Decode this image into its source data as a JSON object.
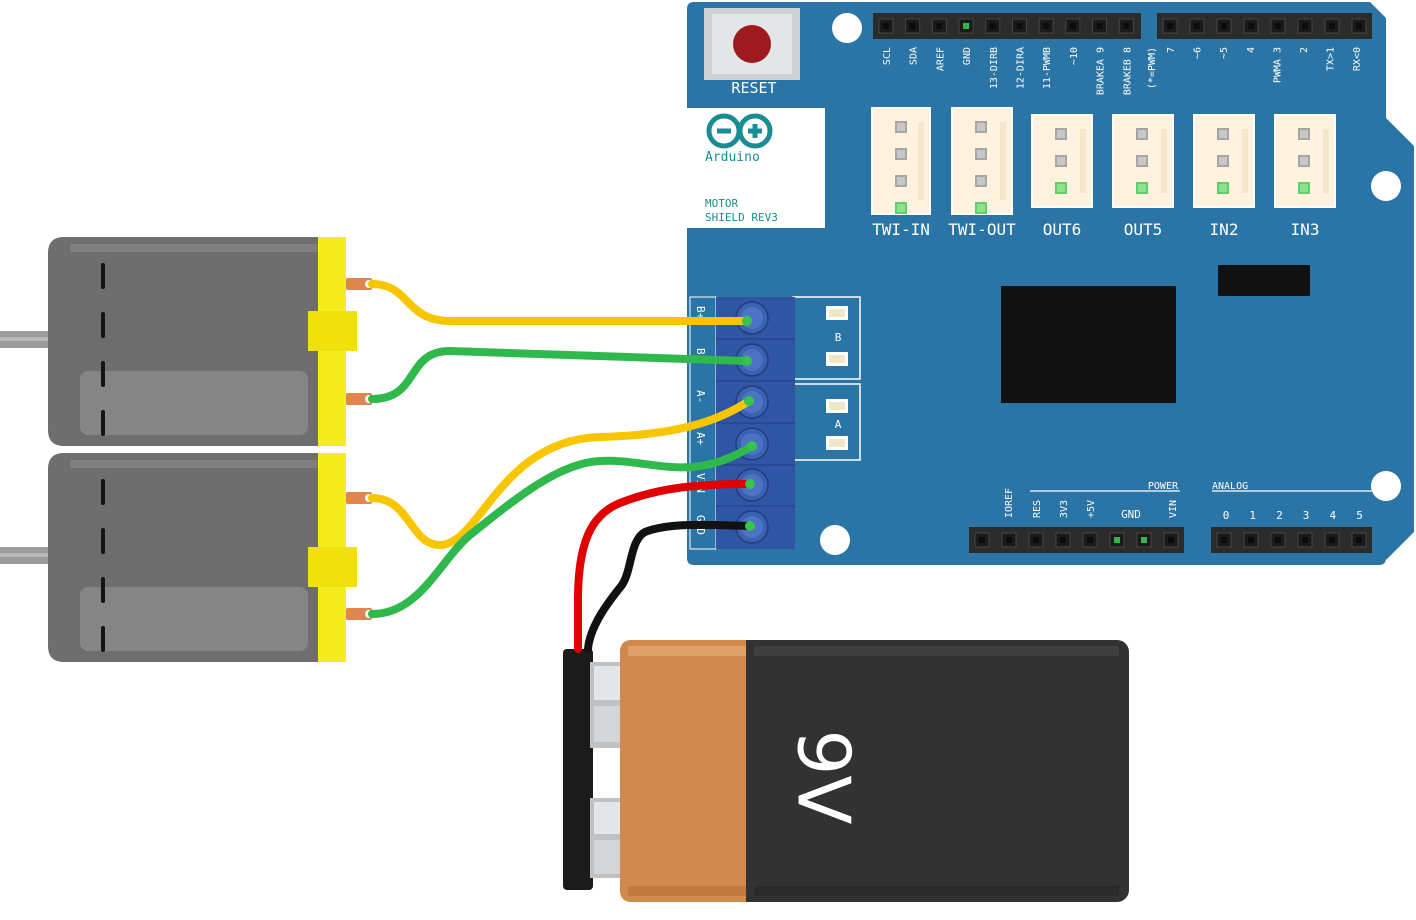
{
  "shield": {
    "reset_label": "RESET",
    "brand": "Arduino",
    "model_line1": "MOTOR",
    "model_line2": "SHIELD REV3",
    "top_header_a": [
      "SCL",
      "SDA",
      "AREF",
      "GND",
      "13-DIRB",
      "12-DIRA",
      "11-PWMB",
      "~10",
      "BRAKEA 9",
      "BRAKEB 8"
    ],
    "pwm_note": "(*=PWM)",
    "top_header_b": [
      "7",
      "~6",
      "~5",
      "4",
      "PWMA 3",
      "2",
      "TX>1",
      "RX<0"
    ],
    "connectors": [
      "TWI-IN",
      "TWI-OUT",
      "OUT6",
      "OUT5",
      "IN2",
      "IN3"
    ],
    "power_label": "POWER",
    "power_pins": [
      "IOREF",
      "RES",
      "3V3",
      "+5V",
      "GND",
      "",
      "VIN"
    ],
    "analog_label": "ANALOG",
    "analog_pins": [
      "0",
      "1",
      "2",
      "3",
      "4",
      "5"
    ],
    "led_b_label": "B",
    "led_a_label": "A",
    "terminal_labels": [
      "B+",
      "B-",
      "A-",
      "A+",
      "VIN",
      "GND"
    ]
  },
  "battery": {
    "label": "9V"
  },
  "colors": {
    "board": "#2a74a6",
    "terminal": "#2f55a4",
    "wire_yellow": "#f7c600",
    "wire_green": "#2fb84b",
    "wire_red": "#e00000",
    "wire_black": "#111111",
    "motor_cap": "#f4ec1c",
    "battery_copper": "#d08a4e"
  }
}
